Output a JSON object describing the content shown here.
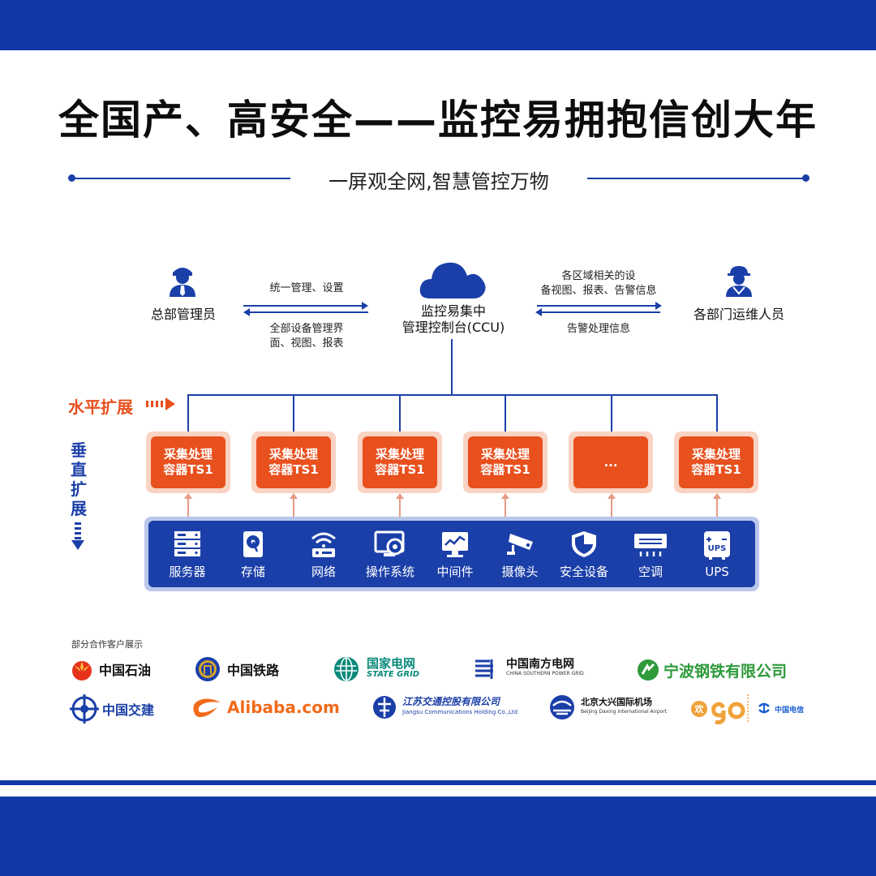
{
  "title": "全国产、高安全——监控易拥抱信创大年",
  "subtitle": "一屏观全网,智慧管控万物",
  "left_node": {
    "label": "总部管理员",
    "to_center": "统一管理、设置",
    "from_center_line1": "全部设备管理界",
    "from_center_line2": "面、视图、报表"
  },
  "center_node": {
    "line1": "监控易集中",
    "line2": "管理控制台(CCU)"
  },
  "right_node": {
    "label": "各部门运维人员",
    "to_right_line1": "各区域相关的设",
    "to_right_line2": "备视图、报表、告警信息",
    "to_center": "告警处理信息"
  },
  "expand_horizontal": "水平扩展",
  "expand_vertical": [
    "垂",
    "直",
    "扩",
    "展"
  ],
  "collectors": [
    {
      "line1": "采集处理",
      "line2": "容器TS1"
    },
    {
      "line1": "采集处理",
      "line2": "容器TS1"
    },
    {
      "line1": "采集处理",
      "line2": "容器TS1"
    },
    {
      "line1": "采集处理",
      "line2": "容器TS1"
    },
    {
      "line1": "...",
      "line2": ""
    },
    {
      "line1": "采集处理",
      "line2": "容器TS1"
    }
  ],
  "devices": [
    {
      "label": "服务器",
      "icon": "server-icon"
    },
    {
      "label": "存储",
      "icon": "storage-icon"
    },
    {
      "label": "网络",
      "icon": "router-icon"
    },
    {
      "label": "操作系统",
      "icon": "os-gear-icon"
    },
    {
      "label": "中间件",
      "icon": "middleware-monitor-icon"
    },
    {
      "label": "摄像头",
      "icon": "camera-icon"
    },
    {
      "label": "安全设备",
      "icon": "shield-icon"
    },
    {
      "label": "空调",
      "icon": "air-conditioner-icon"
    },
    {
      "label": "UPS",
      "icon": "ups-icon",
      "icon_text": "UPS"
    }
  ],
  "partners_caption": "部分合作客户展示",
  "partners": [
    {
      "name": "中国石油",
      "icon": "petrochina-logo"
    },
    {
      "name": "中国铁路",
      "icon": "china-railway-logo"
    },
    {
      "name": "国家电网",
      "sub": "STATE GRID",
      "icon": "state-grid-logo"
    },
    {
      "name": "中国南方电网",
      "sub": "CHINA SOUTHERN POWER GRID",
      "icon": "csg-logo"
    },
    {
      "name": "宁波钢铁有限公司",
      "icon": "ningbo-steel-logo"
    },
    {
      "name": "中国交建",
      "icon": "cccc-logo"
    },
    {
      "name": "Alibaba.com",
      "icon": "alibaba-logo"
    },
    {
      "name": "江苏交通控股有限公司",
      "sub": "Jiangsu Communications Holding Co.,Ltd",
      "icon": "jiangsu-comm-logo"
    },
    {
      "name": "北京大兴国际机场",
      "sub": "Beijing Daxing International Airport",
      "icon": "daxing-airport-logo"
    },
    {
      "name": "欢go",
      "icon": "huango-logo"
    },
    {
      "name": "中国电信",
      "icon": "china-telecom-logo"
    }
  ],
  "colors": {
    "brand_blue": "#1238a8",
    "accent_orange": "#e8501e",
    "green": "#2e9a3a"
  }
}
